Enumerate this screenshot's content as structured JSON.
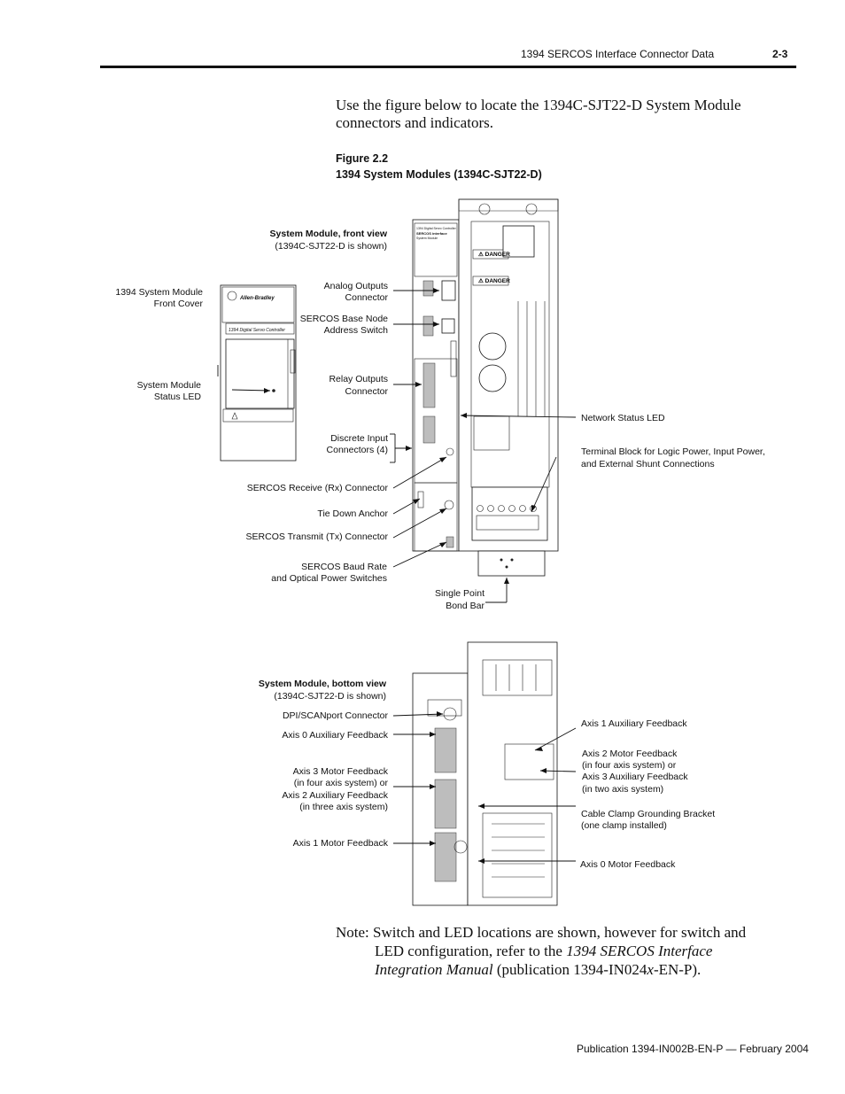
{
  "header": {
    "running_title": "1394 SERCOS Interface Connector Data",
    "page_number": "2-3"
  },
  "intro": {
    "line1": "Use the figure below to locate the 1394C-SJT22-D System Module",
    "line2": "connectors and indicators."
  },
  "figure": {
    "number": "Figure 2.2",
    "caption": "1394 System Modules (1394C-SJT22-D)"
  },
  "front_view": {
    "title": "System Module, front view",
    "subtitle": "(1394C-SJT22-D is shown)",
    "cover_label_1": "1394 System Module",
    "cover_label_2": "Front Cover",
    "status_led_1": "System Module",
    "status_led_2": "Status LED",
    "analog_1": "Analog Outputs",
    "analog_2": "Connector",
    "base_node_1": "SERCOS Base Node",
    "base_node_2": "Address Switch",
    "relay_1": "Relay Outputs",
    "relay_2": "Connector",
    "discrete_1": "Discrete Input",
    "discrete_2": "Connectors (4)",
    "rx": "SERCOS Receive (Rx) Connector",
    "tie_down": "Tie Down Anchor",
    "tx": "SERCOS Transmit (Tx) Connector",
    "baud_1": "SERCOS Baud Rate",
    "baud_2": "and Optical Power Switches",
    "bond_1": "Single Point",
    "bond_2": "Bond Bar",
    "network_led": "Network Status LED",
    "terminal_1": "Terminal Block for Logic Power, Input Power,",
    "terminal_2": "and External Shunt Connections",
    "danger": "DANGER",
    "brand": "Allen-Bradley",
    "product": "1394   Digital Servo Controller",
    "sercos_panel_line1": "1394 Digital Servo Controller",
    "sercos_panel_line2": "SERCOS interface",
    "sercos_panel_line3": "System Module"
  },
  "bottom_view": {
    "title": "System Module, bottom view",
    "subtitle": "(1394C-SJT22-D is shown)",
    "dpi": "DPI/SCANport Connector",
    "axis0_aux": "Axis 0 Auxiliary Feedback",
    "axis3_1": "Axis 3 Motor Feedback",
    "axis3_2": "(in four axis system) or",
    "axis3_3": "Axis 2 Auxiliary Feedback",
    "axis3_4": "(in three axis system)",
    "axis1_motor": "Axis 1 Motor Feedback",
    "axis1_aux": "Axis 1 Auxiliary Feedback",
    "axis2_1": "Axis 2 Motor Feedback",
    "axis2_2": "(in four axis system) or",
    "axis2_3": "Axis 3 Auxiliary Feedback",
    "axis2_4": "(in two axis system)",
    "clamp_1": "Cable Clamp Grounding Bracket",
    "clamp_2": "(one clamp installed)",
    "axis0_motor": "Axis 0 Motor Feedback"
  },
  "note": {
    "line1": "Note: Switch and LED locations are shown, however for switch and",
    "line2_a": "LED configuration, refer to the ",
    "line2_b": "1394 SERCOS Interface",
    "line3_a": "Integration Manual",
    "line3_b": " (publication 1394-IN024",
    "line3_c": "x",
    "line3_d": "-EN-P)."
  },
  "footer": {
    "publication": "Publication 1394-IN002B-EN-P — February 2004"
  }
}
